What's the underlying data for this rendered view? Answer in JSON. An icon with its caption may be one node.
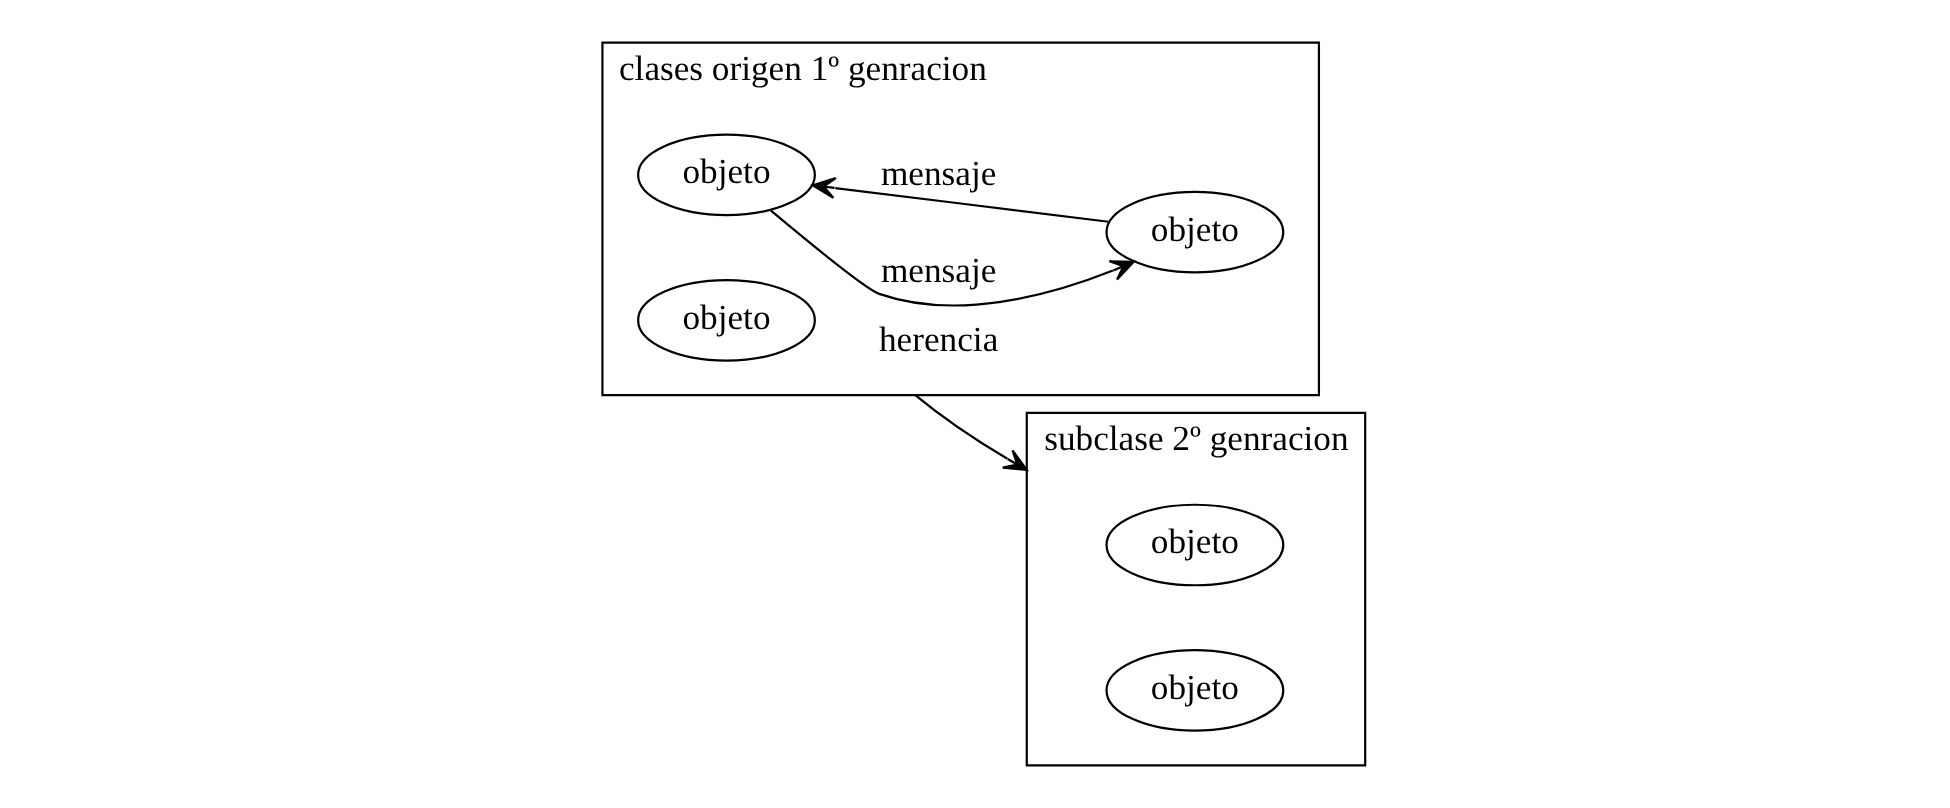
{
  "diagram": {
    "nodes": [
      {
        "text": [
          "clases origen 1º genracion"
        ]
      },
      {
        "text": [
          "objeto"
        ],
        "in": 0
      },
      {
        "text": [
          "objeto"
        ],
        "in": 0
      },
      {
        "text": [
          "objeto"
        ],
        "in": 0
      },
      {
        "text": [
          "subclase 2º genracion"
        ]
      },
      {
        "text": [
          "objeto"
        ],
        "in": 4
      },
      {
        "text": [
          "objeto"
        ],
        "in": 4
      }
    ],
    "edges": [
      {
        "from": 1,
        "to": 2,
        "arrow": "to",
        "label": "mensaje"
      },
      {
        "from": 2,
        "to": 1,
        "arrow": "to",
        "label": "mensaje"
      },
      {
        "from": 0,
        "to": 4,
        "arrow": "to",
        "label": "herencia"
      }
    ]
  }
}
